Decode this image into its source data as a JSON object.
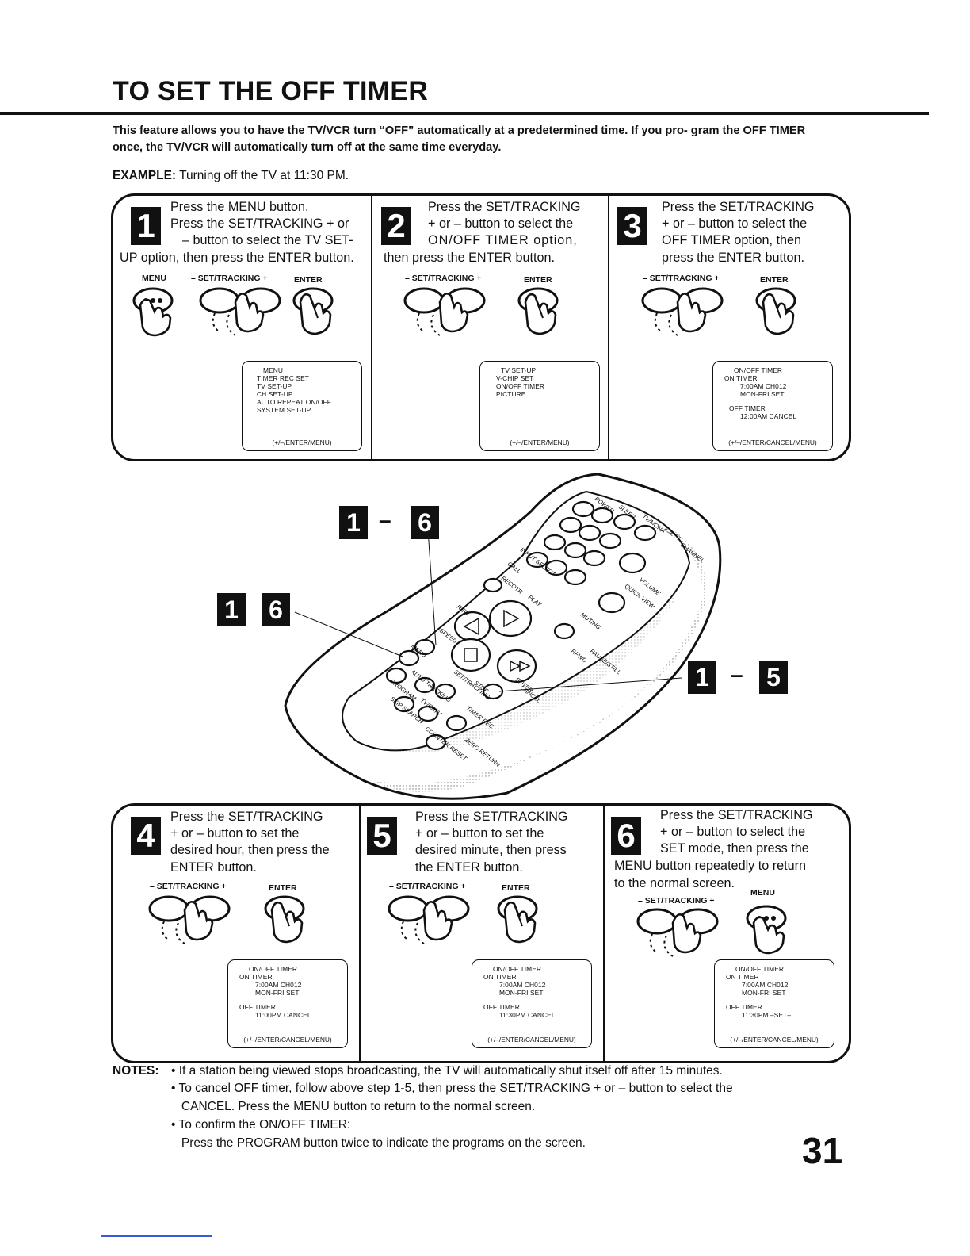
{
  "page": {
    "title": "TO SET THE OFF TIMER",
    "intro": "This feature allows you to have the TV/VCR turn “OFF” automatically at a predetermined time. If you pro- gram the OFF TIMER once, the TV/VCR will automatically turn off at the same time everyday.",
    "example_label": "EXAMPLE:",
    "example_text": " Turning off the TV at 11:30 PM.",
    "page_number": "31"
  },
  "steps": [
    {
      "number": "1",
      "lines": [
        "Press the MENU button.",
        "Press the SET/TRACKING + or",
        "– button to select the TV SET-",
        "UP option, then press the ENTER button."
      ],
      "labels": [
        "MENU",
        "– SET/TRACKING +",
        "ENTER"
      ],
      "screen": [
        "MENU",
        "TIMER REC SET",
        "TV SET-UP",
        "CH SET-UP",
        "AUTO REPEAT  ON/OFF",
        "SYSTEM SET-UP"
      ],
      "screen_footer": "(+/–/ENTER/MENU)"
    },
    {
      "number": "2",
      "lines": [
        "Press the SET/TRACKING",
        "+ or – button to select the",
        "ON/OFF TIMER option,",
        "then press the ENTER button."
      ],
      "labels": [
        "– SET/TRACKING +",
        "ENTER"
      ],
      "screen": [
        "TV SET-UP",
        "V-CHIP SET",
        "ON/OFF TIMER",
        "PICTURE"
      ],
      "screen_footer": "(+/–/ENTER/MENU)"
    },
    {
      "number": "3",
      "lines": [
        "Press the SET/TRACKING",
        "+ or – button to select the",
        "OFF TIMER option, then",
        "press the ENTER button."
      ],
      "labels": [
        "– SET/TRACKING +",
        "ENTER"
      ],
      "screen": [
        "ON/OFF TIMER",
        "ON TIMER",
        "7:00AM   CH012",
        "MON-FRI        SET",
        "OFF TIMER",
        "12:00AM       CANCEL"
      ],
      "screen_footer": "(+/–/ENTER/CANCEL/MENU)"
    },
    {
      "number": "4",
      "lines": [
        "Press the SET/TRACKING",
        "+ or – button to set the",
        "desired hour, then press the",
        "ENTER button."
      ],
      "labels": [
        "– SET/TRACKING +",
        "ENTER"
      ],
      "screen": [
        "ON/OFF TIMER",
        "ON TIMER",
        "7:00AM   CH012",
        "MON-FRI        SET",
        "OFF TIMER",
        "11:00PM       CANCEL"
      ],
      "screen_footer": "(+/–/ENTER/CANCEL/MENU)"
    },
    {
      "number": "5",
      "lines": [
        "Press the SET/TRACKING",
        "+ or – button to set the",
        "desired minute, then press",
        "the ENTER button."
      ],
      "labels": [
        "– SET/TRACKING +",
        "ENTER"
      ],
      "screen": [
        "ON/OFF TIMER",
        "ON TIMER",
        "7:00AM   CH012",
        "MON-FRI        SET",
        "OFF TIMER",
        "11:30PM       CANCEL"
      ],
      "screen_footer": "(+/–/ENTER/CANCEL/MENU)"
    },
    {
      "number": "6",
      "lines": [
        "Press the SET/TRACKING",
        "+ or – button to select the",
        "SET mode, then press the",
        "MENU button repeatedly to return",
        "to the normal screen."
      ],
      "labels": [
        "– SET/TRACKING +",
        "MENU"
      ],
      "screen": [
        "ON/OFF TIMER",
        "ON TIMER",
        "7:00AM   CH012",
        "MON-FRI        SET",
        "OFF TIMER",
        "11:30PM       –SET–"
      ],
      "screen_footer": "(+/–/ENTER/CANCEL/MENU)"
    }
  ],
  "remote": {
    "callouts": [
      {
        "from": "1",
        "sep": "–",
        "to": "6"
      },
      {
        "from": "1",
        "sep": "",
        "to": "6"
      },
      {
        "from": "1",
        "sep": "–",
        "to": "5"
      }
    ],
    "buttons": [
      "POWER",
      "SLEEP",
      "TV/MONA",
      "EJECT",
      "CHANNEL",
      "CALL",
      "INPUT SELECT",
      "RECOTR",
      "QUICK VIEW",
      "VOLUME",
      "REW",
      "PLAY",
      "MUTING",
      "SPEED",
      "MENU",
      "PAUSE/STILL",
      "F.FWD",
      "STOP",
      "PROGRAM",
      "AUTO TRACKING",
      "SET/TRACKING",
      "CANCEL",
      "ENTER",
      "SKIP SEARCH",
      "TV/CATV",
      "TIMER REC",
      "COUNTER RESET",
      "ZERO RETURN"
    ]
  },
  "notes": {
    "label": "NOTES:",
    "items": [
      "• If a station being viewed stops broadcasting, the TV will automatically shut itself off after 15 minutes.",
      "• To cancel OFF timer, follow above step 1-5, then press the SET/TRACKING + or – button to select the",
      "   CANCEL. Press the MENU button to return to the normal screen.",
      "• To confirm the ON/OFF TIMER:",
      "   Press the PROGRAM button twice to indicate the programs on the screen."
    ]
  }
}
